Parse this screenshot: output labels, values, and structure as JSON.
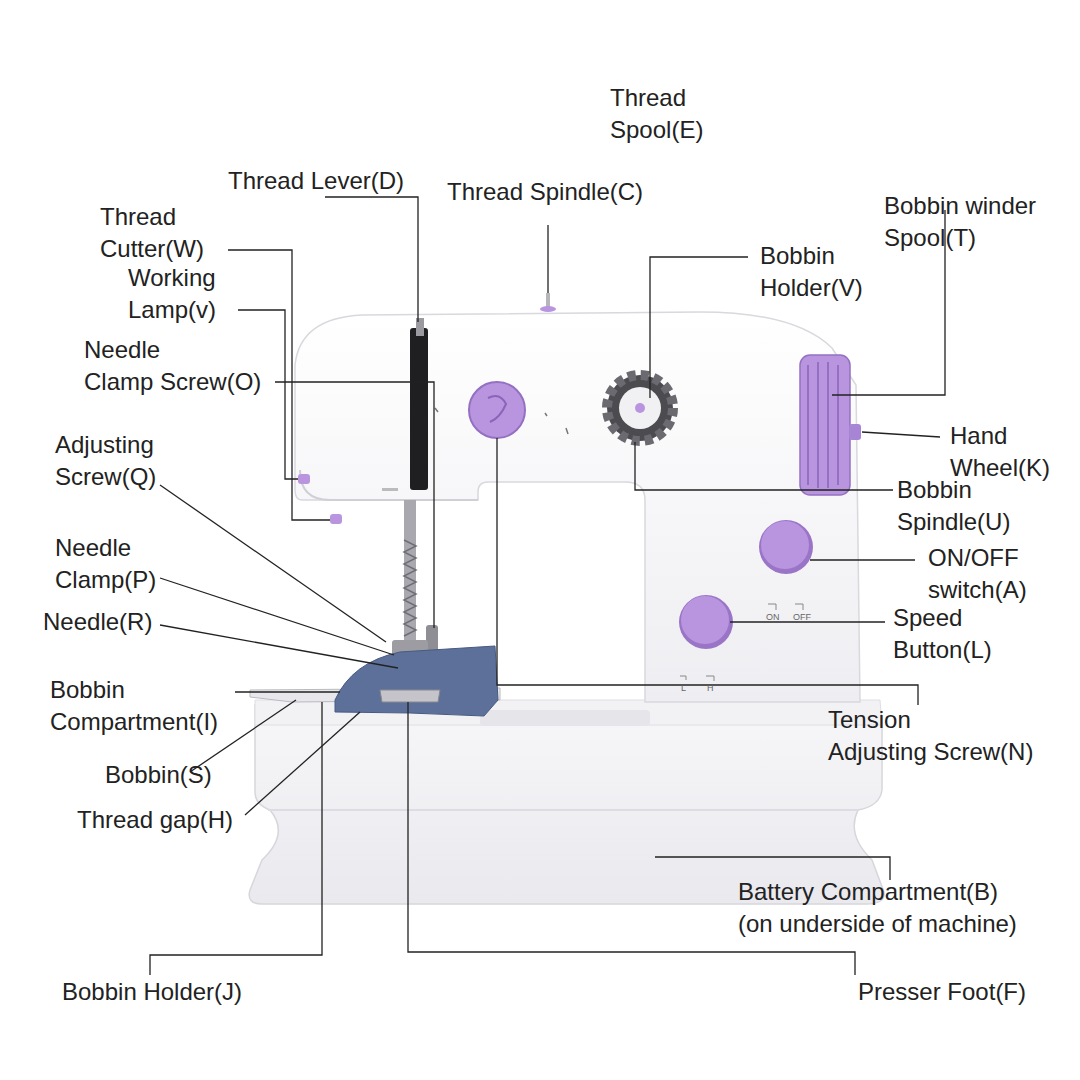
{
  "diagram": {
    "labels": [
      "Thread Spool(E)",
      "Thread Lever(D)",
      "Thread Spindle(C)",
      "Bobbin winder Spool(T)",
      "Thread Cutter(W)",
      "Bobbin Holder(V)",
      "Working Lamp(v)",
      "Needle Clamp Screw(O)",
      "Hand Wheel(K)",
      "Adjusting Screw(Q)",
      "Bobbin Spindle(U)",
      "Needle Clamp(P)",
      "ON/OFF switch(A)",
      "Needle(R)",
      "Speed Button(L)",
      "ON",
      "OFF",
      "L",
      "H",
      "Bobbin Compartment(I)",
      "Tension Adjusting Screw(N)",
      "Bobbin(S)",
      "Thread gap(H)",
      "Battery Compartment(B) (on underside of machine)",
      "Bobbin Holder(J)",
      "Presser Foot(F)"
    ]
  }
}
